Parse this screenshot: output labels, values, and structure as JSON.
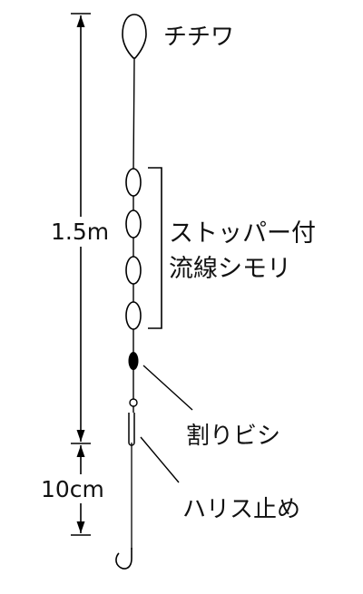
{
  "labels": {
    "chichiwa": "チチワ",
    "stopper_line1": "ストッパー付",
    "stopper_line2": "流線シモリ",
    "waribishi": "割りビシ",
    "harisu": "ハリス止め"
  },
  "dimensions": {
    "upper": "1.5m",
    "lower": "10cm"
  }
}
